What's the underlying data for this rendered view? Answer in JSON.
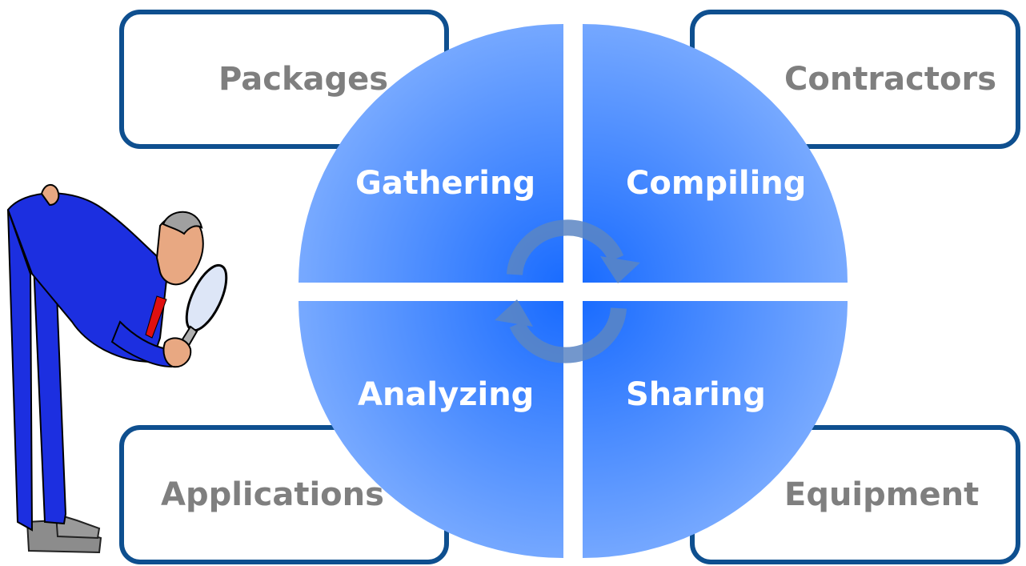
{
  "corners": {
    "top_left": "Packages",
    "top_right": "Contractors",
    "bottom_left": "Applications",
    "bottom_right": "Equipment"
  },
  "quadrants": {
    "top_left": "Gathering",
    "top_right": "Compiling",
    "bottom_left": "Analyzing",
    "bottom_right": "Sharing"
  },
  "colors": {
    "box_border": "#0e4f8f",
    "box_text": "#7f7f7f",
    "quadrant_center": "#1a6cff",
    "quadrant_edge": "#7aabff",
    "cycle_arrow": "#5b86c4",
    "suit": "#1c2fe0",
    "tie": "#e01010"
  }
}
